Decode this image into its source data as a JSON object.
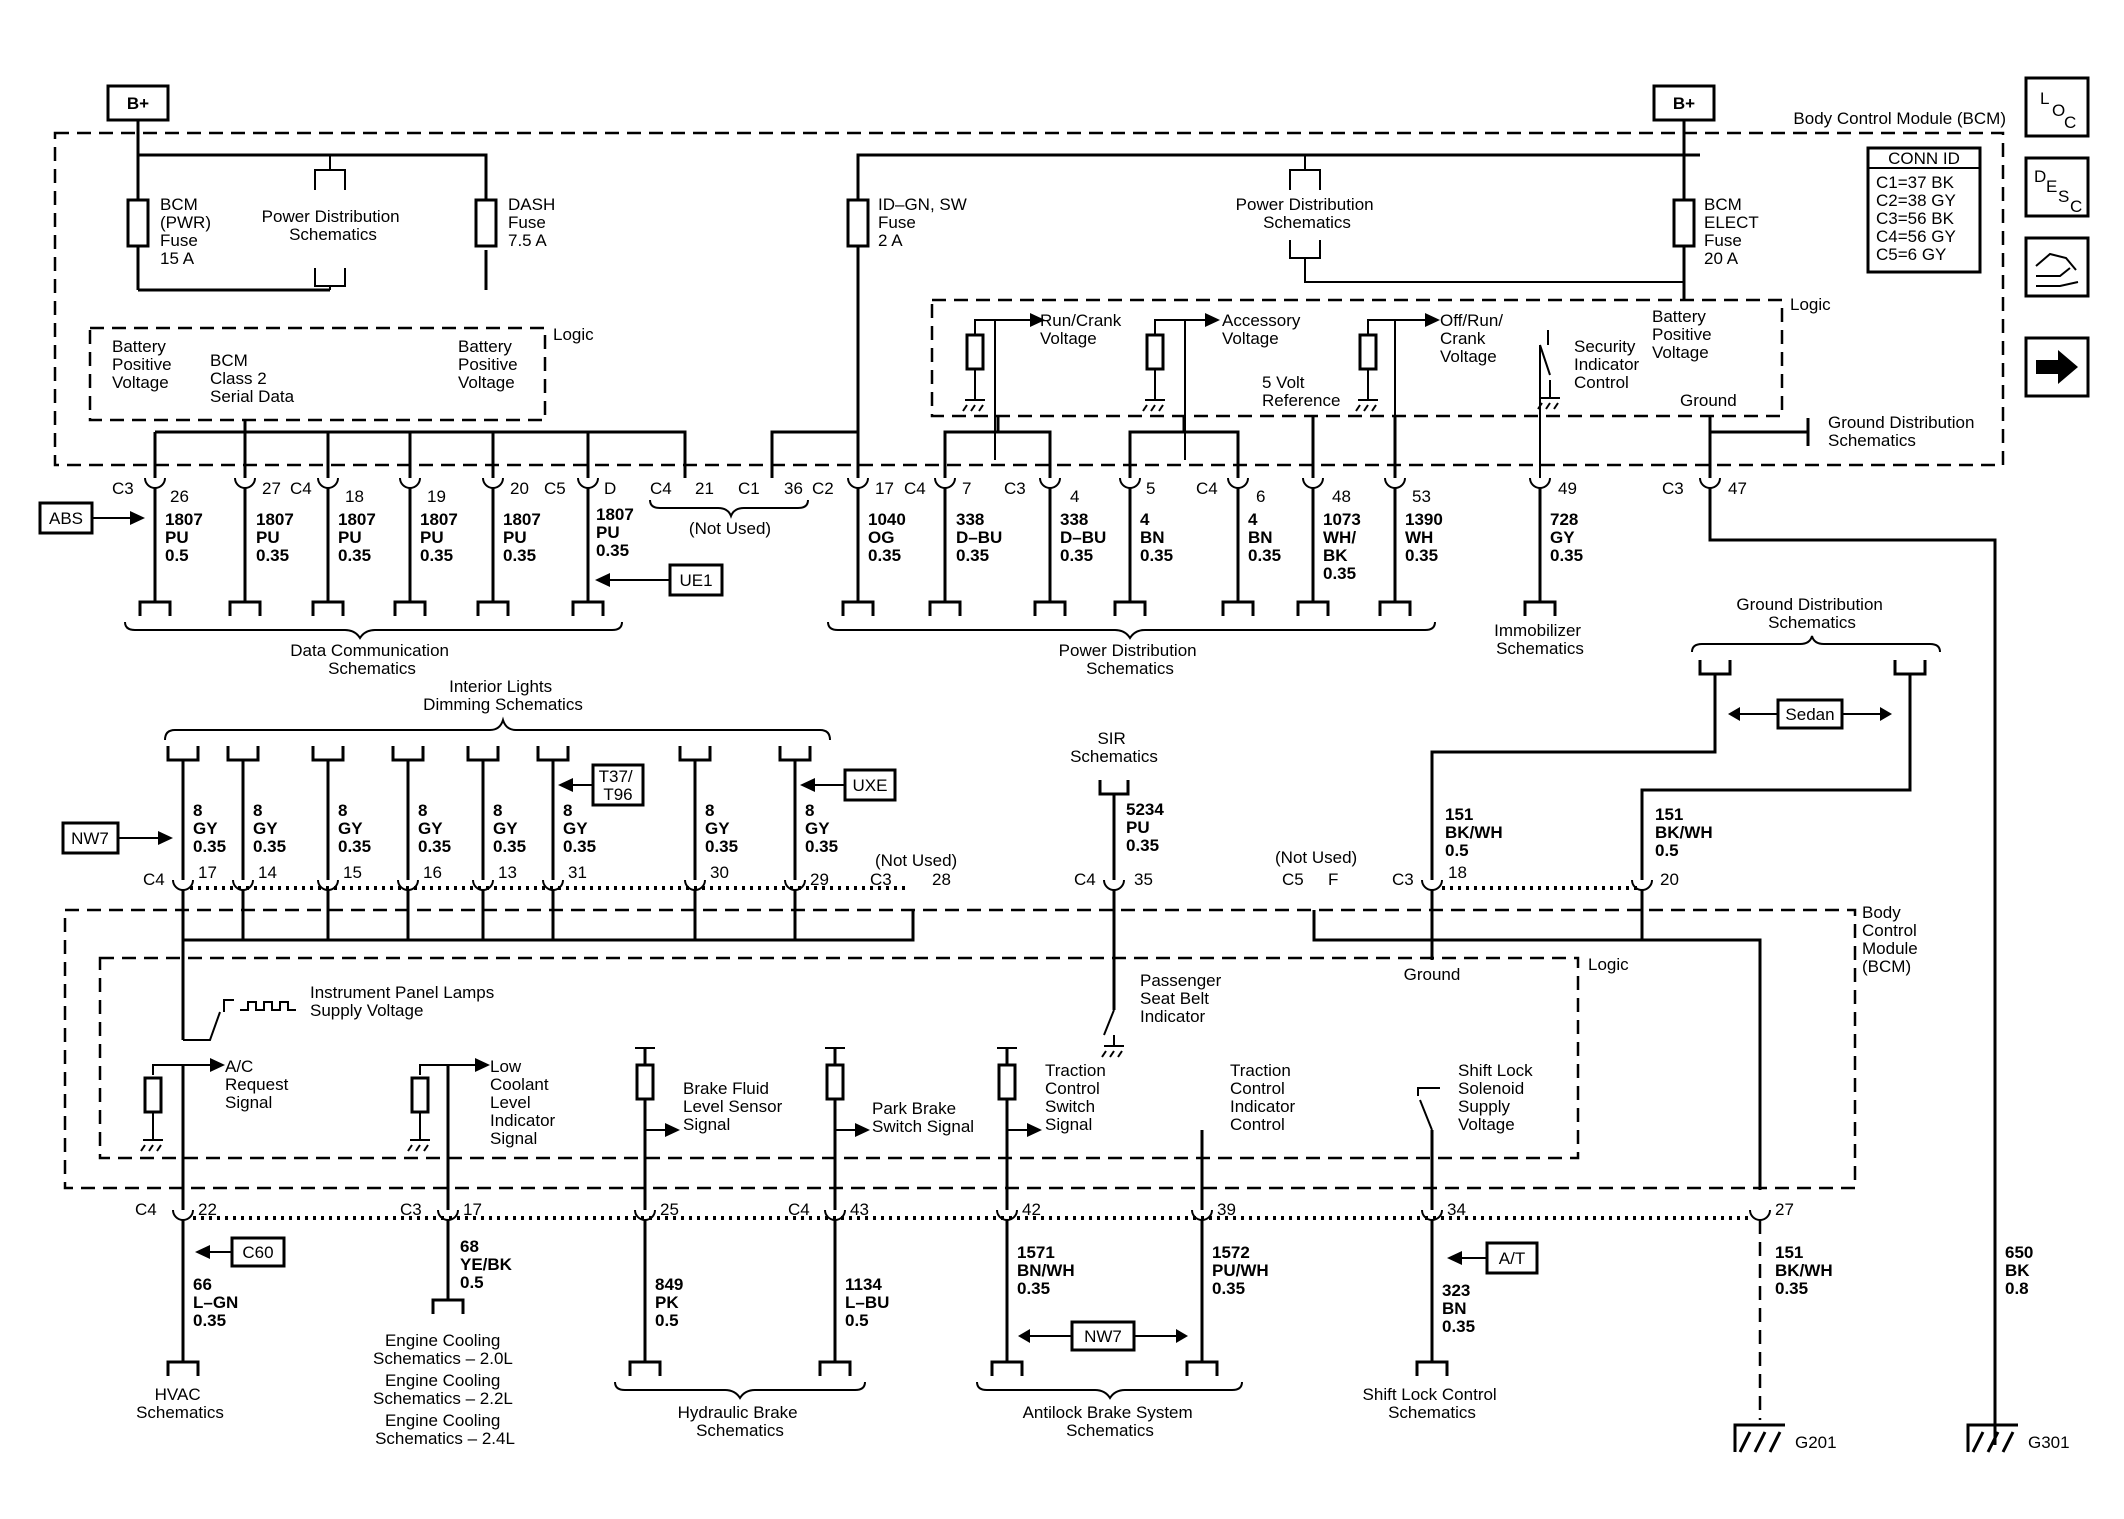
{
  "top": {
    "b_plus_left": "B+",
    "b_plus_right": "B+",
    "module_title": "Body Control Module (BCM)",
    "fuse_bcm_pwr": [
      "BCM",
      "(PWR)",
      "Fuse",
      "15 A"
    ],
    "power_dist_left": [
      "Power Distribution",
      "Schematics"
    ],
    "fuse_dash": [
      "DASH",
      "Fuse",
      "7.5 A"
    ],
    "fuse_idgn": [
      "ID–GN, SW",
      "Fuse",
      "2 A"
    ],
    "power_dist_right": [
      "Power Distribution",
      "Schematics"
    ],
    "fuse_bcm_elect": [
      "BCM",
      "ELECT",
      "Fuse",
      "20 A"
    ],
    "logic_left": "Logic",
    "batt_pos_1": [
      "Battery",
      "Positive",
      "Voltage"
    ],
    "bcm_class2": [
      "BCM",
      "Class 2",
      "Serial Data"
    ],
    "batt_pos_2": [
      "Battery",
      "Positive",
      "Voltage"
    ],
    "logic_right": "Logic",
    "run_crank": [
      "Run/Crank",
      "Voltage"
    ],
    "accessory": [
      "Accessory",
      "Voltage"
    ],
    "off_run_crank": [
      "Off/Run/",
      "Crank",
      "Voltage"
    ],
    "batt_pos_3": [
      "Battery",
      "Positive",
      "Voltage"
    ],
    "security": [
      "Security",
      "Indicator",
      "Control"
    ],
    "five_volt": [
      "5 Volt",
      "Reference"
    ],
    "ground": "Ground",
    "ground_dist_side": [
      "Ground Distribution",
      "Schematics"
    ]
  },
  "side_icons": {
    "loc": [
      "L",
      "O",
      "C"
    ],
    "desc": [
      "D",
      "E",
      "S",
      "C"
    ],
    "conn_id_title": "CONN ID",
    "conn_id_rows": [
      "C1=37 BK",
      "C2=38 GY",
      "C3=56 BK",
      "C4=56 GY",
      "C5=6 GY"
    ]
  },
  "row1_pins": {
    "c3_26": [
      "C3",
      "26"
    ],
    "c_27": "27",
    "c4_18": [
      "C4",
      "18"
    ],
    "c_19": "19",
    "c_20": "20",
    "c5_d": [
      "C5",
      "D"
    ],
    "c4_21": [
      "C4",
      "21"
    ],
    "c1_36": [
      "C1",
      "36"
    ],
    "not_used": "(Not Used)",
    "c2_17": [
      "C2",
      "17"
    ],
    "c4_7": [
      "C4",
      "7"
    ],
    "c3_4": [
      "C3",
      "4"
    ],
    "c_5": "5",
    "c4_6": [
      "C4",
      "6"
    ],
    "c_48": "48",
    "c_53": "53",
    "c_49": "49",
    "c3_47": [
      "C3",
      "47"
    ]
  },
  "row1_wires": {
    "w1": [
      "1807",
      "PU",
      "0.5"
    ],
    "w2": [
      "1807",
      "PU",
      "0.35"
    ],
    "w3": [
      "1807",
      "PU",
      "0.35"
    ],
    "w4": [
      "1807",
      "PU",
      "0.35"
    ],
    "w5": [
      "1807",
      "PU",
      "0.35"
    ],
    "w6": [
      "1807",
      "PU",
      "0.35"
    ],
    "w7": [
      "1040",
      "OG",
      "0.35"
    ],
    "w8": [
      "338",
      "D–BU",
      "0.35"
    ],
    "w9": [
      "338",
      "D–BU",
      "0.35"
    ],
    "w10": [
      "4",
      "BN",
      "0.35"
    ],
    "w11": [
      "4",
      "BN",
      "0.35"
    ],
    "w12": [
      "1073",
      "WH/",
      "BK",
      "0.35"
    ],
    "w13": [
      "1390",
      "WH",
      "0.35"
    ],
    "w14": [
      "728",
      "GY",
      "0.35"
    ],
    "abs": "ABS",
    "ue1": "UE1"
  },
  "row1_bottom": {
    "data_comm": [
      "Data Communication",
      "Schematics"
    ],
    "power_dist": [
      "Power Distribution",
      "Schematics"
    ],
    "immobilizer": [
      "Immobilizer",
      "Schematics"
    ]
  },
  "middle": {
    "interior_lights": [
      "Interior Lights",
      "Dimming Schematics"
    ],
    "t37": [
      "T37/",
      "T96"
    ],
    "uxe": "UXE",
    "nw7": "NW7",
    "gy_wire": [
      "8",
      "GY",
      "0.35"
    ],
    "pins": [
      "17",
      "14",
      "15",
      "16",
      "13",
      "31",
      "30",
      "29"
    ],
    "c4_label": "C4",
    "not_used_28": "(Not Used)",
    "c3_28": [
      "C3",
      "28"
    ],
    "sir": [
      "SIR",
      "Schematics"
    ],
    "sir_wire": [
      "5234",
      "PU",
      "0.35"
    ],
    "c4_35": [
      "C4",
      "35"
    ],
    "not_used_f": "(Not Used)",
    "c5_f": [
      "C5",
      "F"
    ],
    "ground_dist_top": [
      "Ground Distribution",
      "Schematics"
    ],
    "sedan": "Sedan",
    "gnd_wire_1": [
      "151",
      "BK/WH",
      "0.5"
    ],
    "gnd_wire_2": [
      "151",
      "BK/WH",
      "0.5"
    ],
    "c3_18": [
      "C3",
      "18"
    ],
    "c_20b": "20",
    "bcm_side": [
      "Body",
      "Control",
      "Module",
      "(BCM)"
    ]
  },
  "lower_logic": {
    "logic": "Logic",
    "ip_lamps": [
      "Instrument Panel Lamps",
      "Supply Voltage"
    ],
    "seat_belt": [
      "Passenger",
      "Seat Belt",
      "Indicator"
    ],
    "ground": "Ground",
    "ac": [
      "A/C",
      "Request",
      "Signal"
    ],
    "coolant": [
      "Low",
      "Coolant",
      "Level",
      "Indicator",
      "Signal"
    ],
    "brake_fluid": [
      "Brake Fluid",
      "Level Sensor",
      "Signal"
    ],
    "park_brake": [
      "Park Brake",
      "Switch Signal"
    ],
    "traction_sw": [
      "Traction",
      "Control",
      "Switch",
      "Signal"
    ],
    "traction_ind": [
      "Traction",
      "Control",
      "Indicator",
      "Control"
    ],
    "shift_lock": [
      "Shift Lock",
      "Solenoid",
      "Supply",
      "Voltage"
    ]
  },
  "bottom": {
    "c4_22": [
      "C4",
      "22"
    ],
    "c3_17": [
      "C3",
      "17"
    ],
    "c_25": "25",
    "c4_43": [
      "C4",
      "43"
    ],
    "c_42": "42",
    "c_39": "39",
    "c_34": "34",
    "c_27": "27",
    "c60": "C60",
    "at": "A/T",
    "nw7": "NW7",
    "w_66": [
      "66",
      "L–GN",
      "0.35"
    ],
    "w_68": [
      "68",
      "YE/BK",
      "0.5"
    ],
    "w_849": [
      "849",
      "PK",
      "0.5"
    ],
    "w_1134": [
      "1134",
      "L–BU",
      "0.5"
    ],
    "w_1571": [
      "1571",
      "BN/WH",
      "0.35"
    ],
    "w_1572": [
      "1572",
      "PU/WH",
      "0.35"
    ],
    "w_323": [
      "323",
      "BN",
      "0.35"
    ],
    "w_151": [
      "151",
      "BK/WH",
      "0.35"
    ],
    "w_650": [
      "650",
      "BK",
      "0.8"
    ],
    "hvac": [
      "HVAC",
      "Schematics"
    ],
    "eng_cool_1": [
      "Engine Cooling",
      "Schematics – 2.0L"
    ],
    "eng_cool_2": [
      "Engine Cooling",
      "Schematics – 2.2L"
    ],
    "eng_cool_3": [
      "Engine Cooling",
      "Schematics – 2.4L"
    ],
    "hydraulic": [
      "Hydraulic Brake",
      "Schematics"
    ],
    "antilock": [
      "Antilock Brake System",
      "Schematics"
    ],
    "shift_lock_ctrl": [
      "Shift Lock Control",
      "Schematics"
    ],
    "g201": "G201",
    "g301": "G301"
  }
}
